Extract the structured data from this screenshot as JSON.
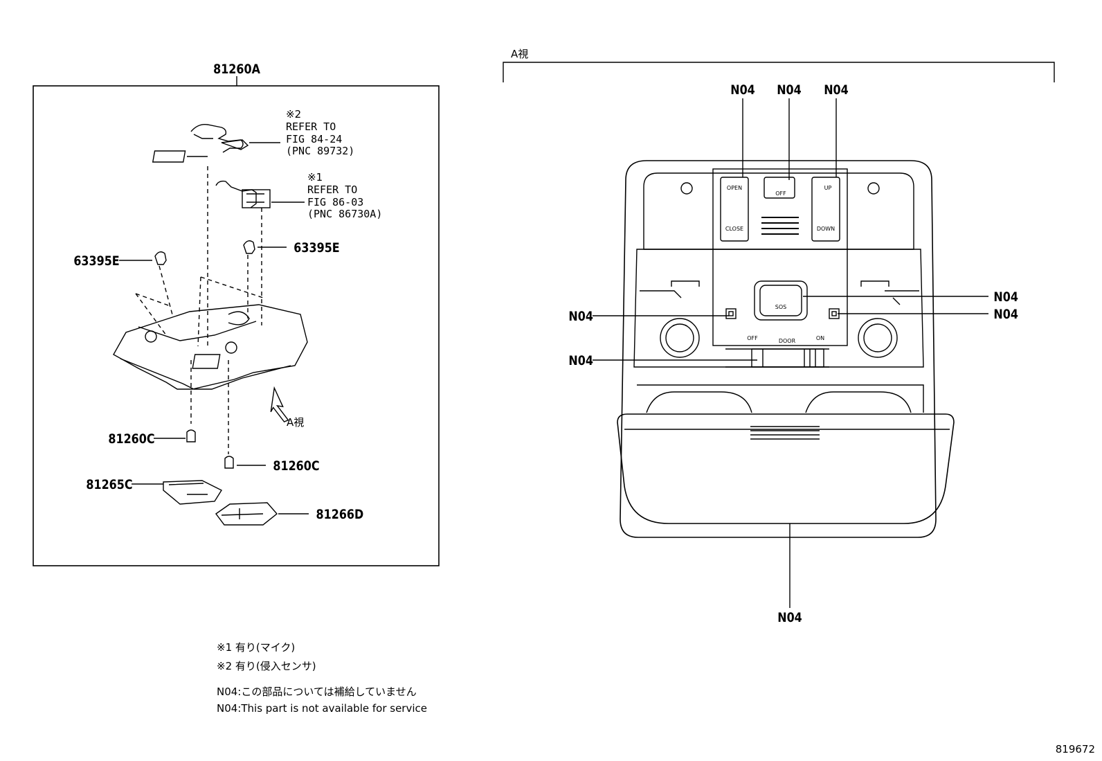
{
  "left_panel": {
    "assembly_part": "81260A",
    "refer2": {
      "mark": "※2",
      "line1": "REFER TO",
      "line2": "FIG 84-24",
      "line3": "(PNC 89732)"
    },
    "refer1": {
      "mark": "※1",
      "line1": "REFER TO",
      "line2": "FIG 86-03",
      "line3": "(PNC 86730A)"
    },
    "parts": {
      "clip_left": "63395E",
      "clip_right": "63395E",
      "bulb_left": "81260C",
      "bulb_right": "81260C",
      "lens_left": "81265C",
      "lens_right": "81266D"
    },
    "view_arrow_label": "A視"
  },
  "right_panel": {
    "view_label": "A視",
    "n04_label": "N04",
    "switch_labels": {
      "open": "OPEN",
      "close": "CLOSE",
      "off": "OFF",
      "up": "UP",
      "down": "DOWN",
      "sos": "SOS",
      "lamp_off": "OFF",
      "lamp_door": "DOOR",
      "lamp_on": "ON"
    }
  },
  "notes": {
    "note1": "※1 有り(マイク)",
    "note2": "※2 有り(侵入センサ)",
    "n04_jp": "N04:この部品については補給していません",
    "n04_en": "N04:This part is not available for service"
  },
  "image_number": "819672"
}
